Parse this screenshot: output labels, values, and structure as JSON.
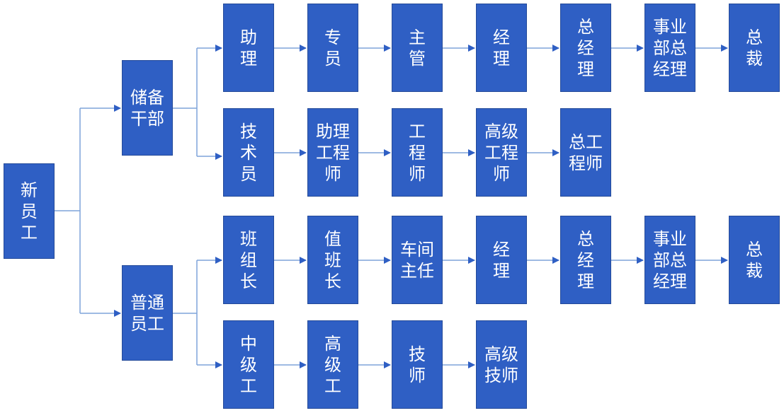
{
  "colors": {
    "box_fill": "#2F5FC4",
    "connector": "#7FA3DA"
  },
  "root": {
    "label": "新\n员\n工"
  },
  "branches": [
    {
      "label": "储备\n干部",
      "tracks": [
        [
          "助\n理",
          "专\n员",
          "主\n管",
          "经\n理",
          "总\n经\n理",
          "事业\n部总\n经理",
          "总\n裁"
        ],
        [
          "技\n术\n员",
          "助理\n工程\n师",
          "工\n程\n师",
          "高级\n工程\n师",
          "总工\n程师"
        ]
      ]
    },
    {
      "label": "普通\n员工",
      "tracks": [
        [
          "班\n组\n长",
          "值\n班\n长",
          "车间\n主任",
          "经\n理",
          "总\n经\n理",
          "事业\n部总\n经理",
          "总\n裁"
        ],
        [
          "中\n级\n工",
          "高\n级\n工",
          "技\n师",
          "高级\n技师"
        ]
      ]
    }
  ]
}
